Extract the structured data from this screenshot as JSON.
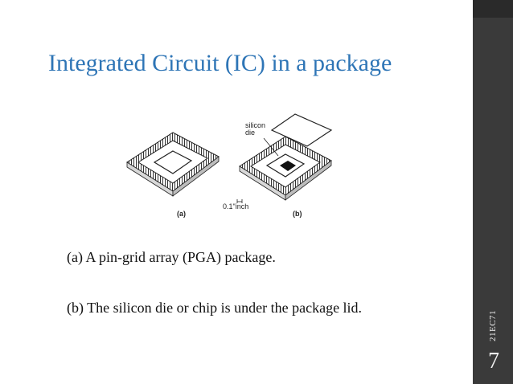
{
  "slide": {
    "title": "Integrated Circuit (IC) in a package",
    "figure": {
      "label_a": "(a)",
      "label_b": "(b)",
      "silicon_label_line1": "silicon",
      "silicon_label_line2": "die",
      "scale_label": "0.1\"inch"
    },
    "caption_a": "(a) A pin-grid array (PGA) package.",
    "caption_b": "(b) The silicon die or chip is under the package lid.",
    "course_code": "21EC71",
    "page_number": "7"
  },
  "colors": {
    "title": "#2e75b6",
    "sidebar": "#3a3a3a",
    "text": "#111111"
  }
}
